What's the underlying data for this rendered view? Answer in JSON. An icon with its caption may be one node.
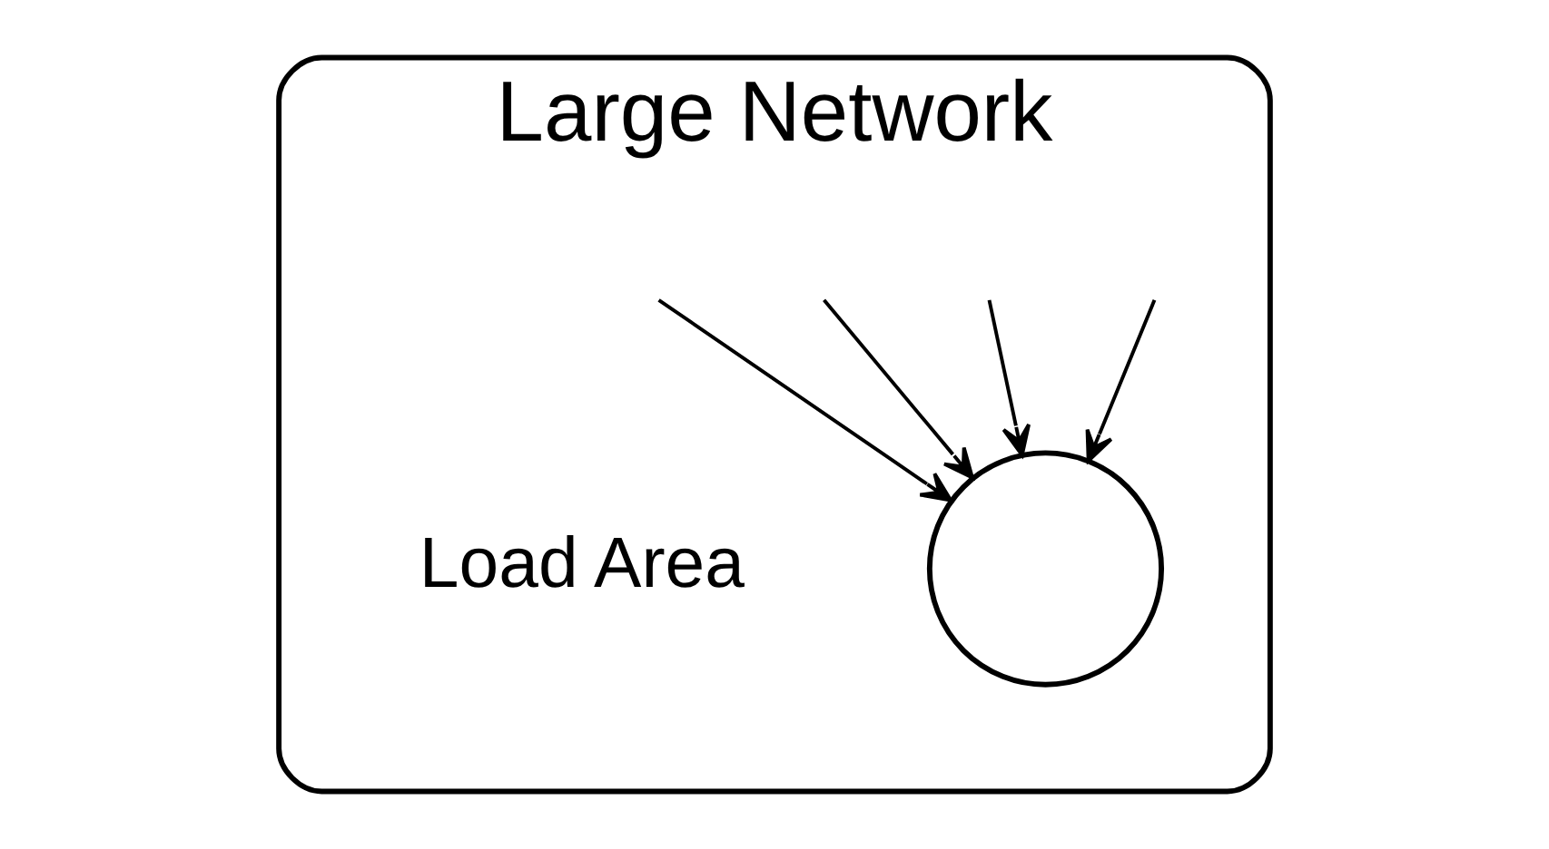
{
  "diagram": {
    "nodes": [
      {
        "text": [
          "Large Network"
        ]
      },
      {
        "text": [],
        "shape": "circle",
        "in": 0,
        "beside": [
          "Load Area"
        ]
      }
    ],
    "edges": [
      {
        "from": null,
        "to": 1,
        "arrow": "to"
      },
      {
        "from": null,
        "to": 1,
        "arrow": "to"
      },
      {
        "from": null,
        "to": 1,
        "arrow": "to"
      },
      {
        "from": null,
        "to": 1,
        "arrow": "to"
      }
    ]
  }
}
